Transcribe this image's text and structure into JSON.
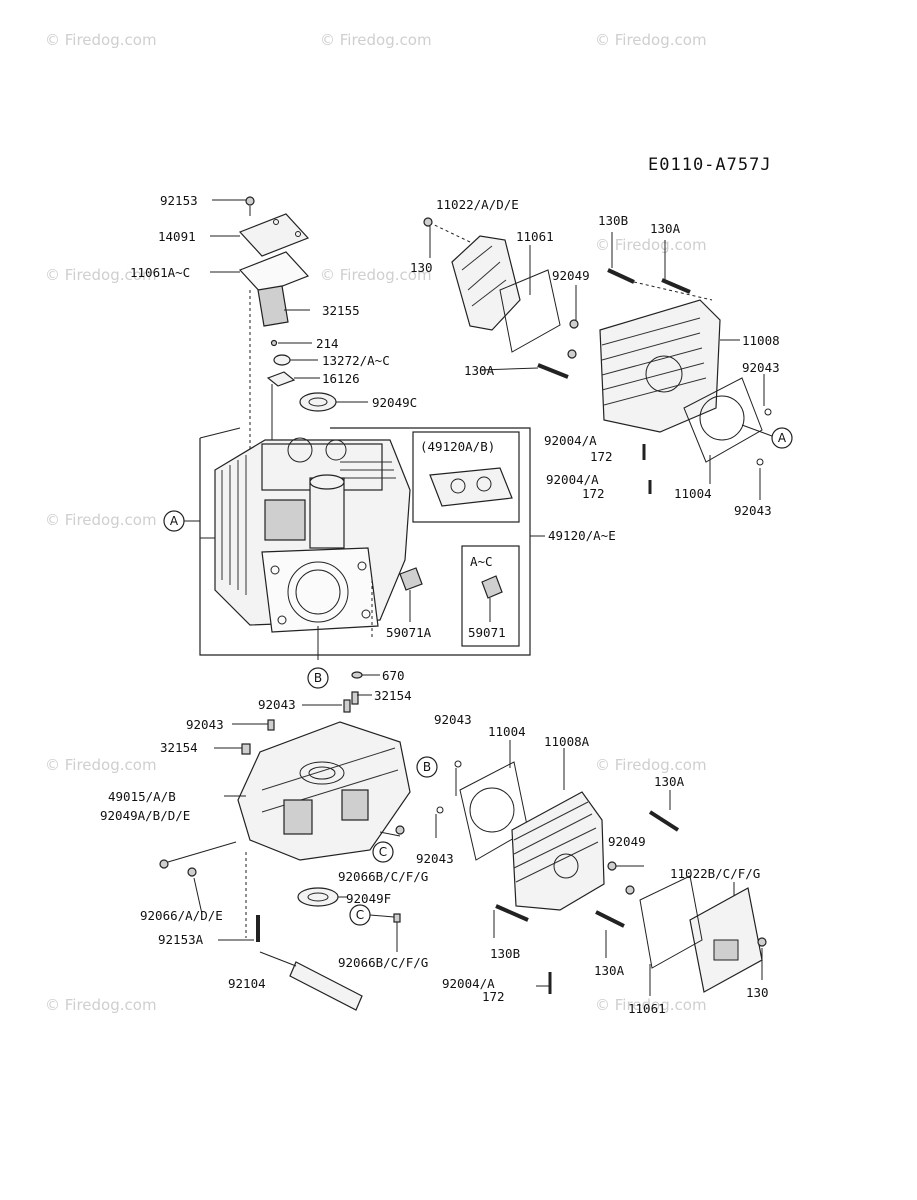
{
  "diagram_code": "E0110-A757J",
  "watermark": "© Firedog.com",
  "callouts": {
    "A": "A",
    "B": "B",
    "C": "C"
  },
  "sub_boxes": {
    "alt_gasket": "(49120A/B)",
    "alt_gasket_ac": "A~C"
  },
  "labels": {
    "p92153": "92153",
    "p14091": "14091",
    "p11061A_C": "11061A~C",
    "p32155": "32155",
    "p214": "214",
    "p13272": "13272/A~C",
    "p16126": "16126",
    "p92049C": "92049C",
    "p11022ADE": "11022/A/D/E",
    "p130_top": "130",
    "p11061_top": "11061",
    "p130B_top": "130B",
    "p130A_top": "130A",
    "p92049_top": "92049",
    "p11008": "11008",
    "p130A_left": "130A",
    "p92043_r1": "92043",
    "p92004_a1": "92004/A",
    "p172_a1": "172",
    "p92004_a2": "92004/A",
    "p172_a2": "172",
    "p11004_top": "11004",
    "p92043_r2": "92043",
    "p49120": "49120/A~E",
    "p59071A": "59071A",
    "p59071": "59071",
    "p670": "670",
    "p32154_top": "32154",
    "p92043_mid": "92043",
    "p92043_l": "92043",
    "p32154_l": "32154",
    "p49015": "49015/A/B",
    "p92049ABDE": "92049A/B/D/E",
    "p92043_b1": "92043",
    "p11004_b": "11004",
    "p11008A": "11008A",
    "p130A_b1": "130A",
    "p92049_b": "92049",
    "p92043_b2": "92043",
    "p92066BCFG_1": "92066B/C/F/G",
    "p92049F": "92049F",
    "p11022BCFG": "11022B/C/F/G",
    "p92066ADE": "92066/A/D/E",
    "p92153A": "92153A",
    "p92066BCFG_2": "92066B/C/F/G",
    "p130B_b": "130B",
    "p130A_b2": "130A",
    "p92104": "92104",
    "p92004_b": "92004/A",
    "p172_b": "172",
    "p130_b": "130",
    "p11061_b": "11061"
  }
}
